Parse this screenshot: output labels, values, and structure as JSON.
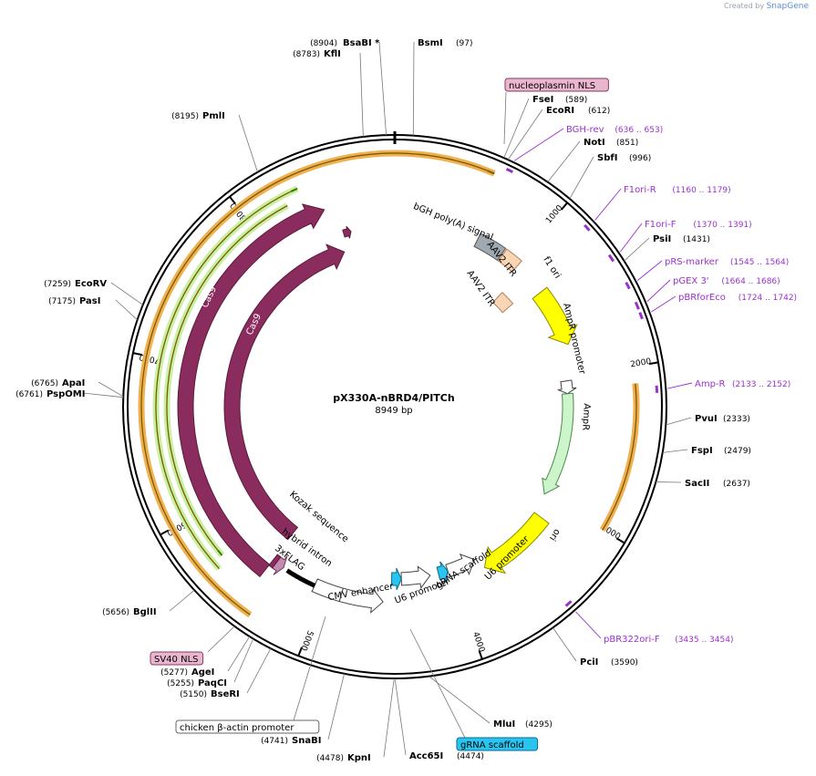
{
  "credit": {
    "prefix": "Created by",
    "brand": "SnapGene"
  },
  "plasmid": {
    "name": "pX330A-nBRD4/PITCh",
    "size_label": "8949 bp",
    "length": 8949
  },
  "ticks": [
    {
      "label": "1000",
      "pos": 1000
    },
    {
      "label": "2000",
      "pos": 2000
    },
    {
      "label": "3000",
      "pos": 3000
    },
    {
      "label": "4000",
      "pos": 4000
    },
    {
      "label": "5000",
      "pos": 5000
    },
    {
      "label": "6000",
      "pos": 6000
    },
    {
      "label": "7000",
      "pos": 7000
    },
    {
      "label": "8000",
      "pos": 8000
    }
  ],
  "sites": [
    {
      "name": "BsmI",
      "pos": "(97)",
      "bp": 97
    },
    {
      "name": "FseI",
      "pos": "(589)",
      "bp": 589
    },
    {
      "name": "EcoRI",
      "pos": "(612)",
      "bp": 612
    },
    {
      "name": "NotI",
      "pos": "(851)",
      "bp": 851
    },
    {
      "name": "SbfI",
      "pos": "(996)",
      "bp": 996
    },
    {
      "name": "PsiI",
      "pos": "(1431)",
      "bp": 1431
    },
    {
      "name": "PvuI",
      "pos": "(2333)",
      "bp": 2333
    },
    {
      "name": "FspI",
      "pos": "(2479)",
      "bp": 2479
    },
    {
      "name": "SacII",
      "pos": "(2637)",
      "bp": 2637
    },
    {
      "name": "PciI",
      "pos": "(3590)",
      "bp": 3590
    },
    {
      "name": "MluI",
      "pos": "(4295)",
      "bp": 4295
    },
    {
      "name": "Acc65I",
      "pos": "(4474)",
      "bp": 4474
    },
    {
      "name": "KpnI",
      "pos": "(4478)",
      "bp": 4478
    },
    {
      "name": "SnaBI",
      "pos": "(4741)",
      "bp": 4741
    },
    {
      "name": "BseRI",
      "pos": "(5150)",
      "bp": 5150
    },
    {
      "name": "PaqCI",
      "pos": "(5255)",
      "bp": 5255
    },
    {
      "name": "AgeI",
      "pos": "(5277)",
      "bp": 5277
    },
    {
      "name": "BglII",
      "pos": "(5656)",
      "bp": 5656
    },
    {
      "name": "PspOMI",
      "pos": "(6761)",
      "bp": 6761
    },
    {
      "name": "ApaI",
      "pos": "(6765)",
      "bp": 6765
    },
    {
      "name": "PasI",
      "pos": "(7175)",
      "bp": 7175
    },
    {
      "name": "EcoRV",
      "pos": "(7259)",
      "bp": 7259
    },
    {
      "name": "PmlI",
      "pos": "(8195)",
      "bp": 8195
    },
    {
      "name": "KflI",
      "pos": "(8783)",
      "bp": 8783
    },
    {
      "name": "BsaBI *",
      "pos": "(8904)",
      "bp": 8904
    }
  ],
  "primers": [
    {
      "name": "BGH-rev",
      "range": "(636 .. 653)",
      "start": 636,
      "end": 653
    },
    {
      "name": "F1ori-R",
      "range": "(1160 .. 1179)",
      "start": 1160,
      "end": 1179
    },
    {
      "name": "F1ori-F",
      "range": "(1370 .. 1391)",
      "start": 1370,
      "end": 1391
    },
    {
      "name": "pRS-marker",
      "range": "(1545 .. 1564)",
      "start": 1545,
      "end": 1564
    },
    {
      "name": "pGEX 3'",
      "range": "(1664 .. 1686)",
      "start": 1664,
      "end": 1686
    },
    {
      "name": "pBRforEco",
      "range": "(1724 .. 1742)",
      "start": 1724,
      "end": 1742
    },
    {
      "name": "Amp-R",
      "range": "(2133 .. 2152)",
      "start": 2133,
      "end": 2152
    },
    {
      "name": "pBR322ori-F",
      "range": "(3435 .. 3454)",
      "start": 3435,
      "end": 3454
    }
  ],
  "features": [
    {
      "name": "bGH poly(A) signal",
      "start": 655,
      "end": 880
    },
    {
      "name": "AAV2 ITR",
      "start": 880,
      "end": 1020
    },
    {
      "name": "AAV2 ITR",
      "start": 1075,
      "end": 1215
    },
    {
      "name": "f1 ori",
      "start": 1290,
      "end": 1745
    },
    {
      "name": "AmpR promoter",
      "start": 2025,
      "end": 2130
    },
    {
      "name": "AmpR",
      "start": 2130,
      "end": 2990
    },
    {
      "name": "ori",
      "start": 3160,
      "end": 3750
    },
    {
      "name": "U6 promoter",
      "start": 3790,
      "end": 4030
    },
    {
      "name": "gRNA scaffold",
      "start": 4030,
      "end": 4110
    },
    {
      "name": "U6 promoter",
      "start": 4180,
      "end": 4420
    },
    {
      "name": "gRNA scaffold",
      "start": 4420,
      "end": 4500
    },
    {
      "name": "CMV enhancer",
      "start": 4560,
      "end": 4870
    },
    {
      "name": "hybrid intron",
      "start": 5075,
      "end": 5300
    },
    {
      "name": "3xFLAG",
      "start": 5335,
      "end": 5400
    },
    {
      "name": "Kozak sequence",
      "start": 5405,
      "end": 5420
    },
    {
      "name": "Cas9",
      "start": 5430,
      "end": 8460
    },
    {
      "name": "Cas9",
      "start": 5440,
      "end": 8500
    }
  ],
  "boxed_labels": [
    {
      "name": "nucleoplasmin NLS",
      "style": "pink"
    },
    {
      "name": "SV40 NLS",
      "style": "pink"
    },
    {
      "name": "chicken β-actin promoter",
      "style": "white"
    },
    {
      "name": "gRNA scaffold",
      "style": "cyan"
    }
  ],
  "colors": {
    "cas9": "#8b2c5e",
    "ori": "#ffff00",
    "ampr": "#ccf5cc",
    "itr": "#f8d5b3",
    "polyA": "#a0a8b0",
    "primer": "#9b30d0",
    "orf_orange": "#f0b050",
    "orf_green": "#c8f0a0",
    "ugRNA": "#29c5f0",
    "flag": "#c48bb0"
  }
}
